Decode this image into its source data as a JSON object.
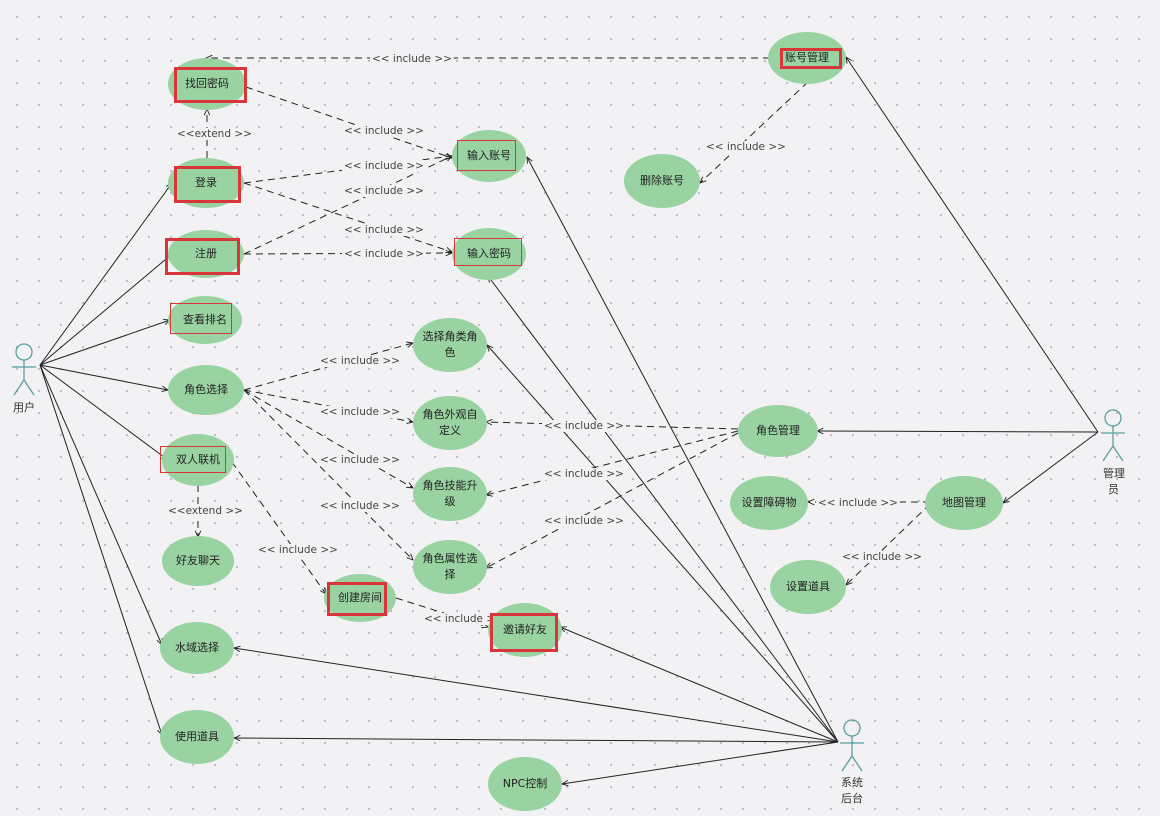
{
  "actors": {
    "user": "用户",
    "admin_line1": "管理",
    "admin_line2": "员",
    "system_line1": "系统",
    "system_line2": "后台"
  },
  "use_cases": {
    "retrieve_password": "找回密码",
    "login": "登录",
    "register": "注册",
    "view_ranking": "查看排名",
    "role_select": "角色选择",
    "two_player": "双人联机",
    "friend_chat": "好友聊天",
    "water_select": "水域选择",
    "use_items": "使用道具",
    "input_account": "输入账号",
    "input_password": "输入密码",
    "select_role_type": "选择角类角\n色",
    "role_appearance": "角色外观自\n定义",
    "role_skill": "角色技能升\n级",
    "role_attribute": "角色属性选\n择",
    "create_room": "创建房间",
    "invite_friend": "邀请好友",
    "npc_control": "NPC控制",
    "account_mgmt": "账号管理",
    "delete_account": "删除账号",
    "role_mgmt": "角色管理",
    "set_obstacle": "设置障碍物",
    "map_mgmt": "地图管理",
    "set_items": "设置道具"
  },
  "labels": {
    "include": "<< include >>",
    "extend": "<<extend >>",
    "extend2": "<<extend >>"
  },
  "colors": {
    "use_case_fill": "#99d3a1",
    "highlight": "#d9363b",
    "line": "#222222"
  }
}
